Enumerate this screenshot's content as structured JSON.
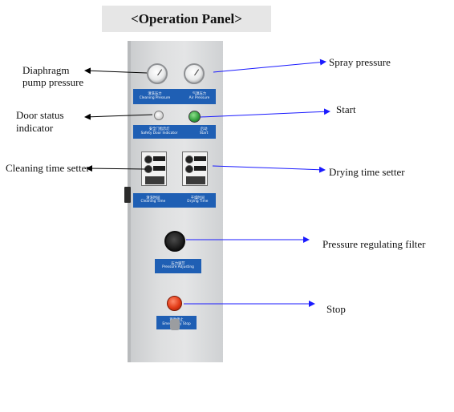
{
  "title": "<Operation Panel>",
  "labels": {
    "diaphragm_line1": "Diaphragm",
    "diaphragm_line2": "pump pressure",
    "spray_pressure": "Spray pressure",
    "door_line1": "Door status",
    "door_line2": "indicator",
    "start": "Start",
    "cleaning_time": "Cleaning time setter",
    "drying_time": "Drying time setter",
    "pressure_filter": "Pressure regulating filter",
    "stop": "Stop"
  },
  "plates": {
    "gauges_cn_left": "清洗压力",
    "gauges_cn_right": "气源压力",
    "gauges_en_left": "Cleaning Pressure",
    "gauges_en_right": "Air Pressure",
    "door_start_cn_left": "安全门指示灯",
    "door_start_cn_right": "启动",
    "door_start_en_left": "Safety Door Indicator",
    "door_start_en_right": "Start",
    "timers_cn_left": "清洗时间",
    "timers_cn_right": "干燥时间",
    "timers_en_left": "Cleaning Time",
    "timers_en_right": "Drying Time",
    "pressure_cn": "压力调节",
    "pressure_en": "Pressure Adjusting",
    "stop_cn": "紧急停止",
    "stop_en": "Emergency Stop"
  },
  "colors": {
    "arrow": "#1a1aff",
    "plate": "#1f5fb4",
    "start_button": "#2f9d3a",
    "stop_button": "#e23a16"
  }
}
